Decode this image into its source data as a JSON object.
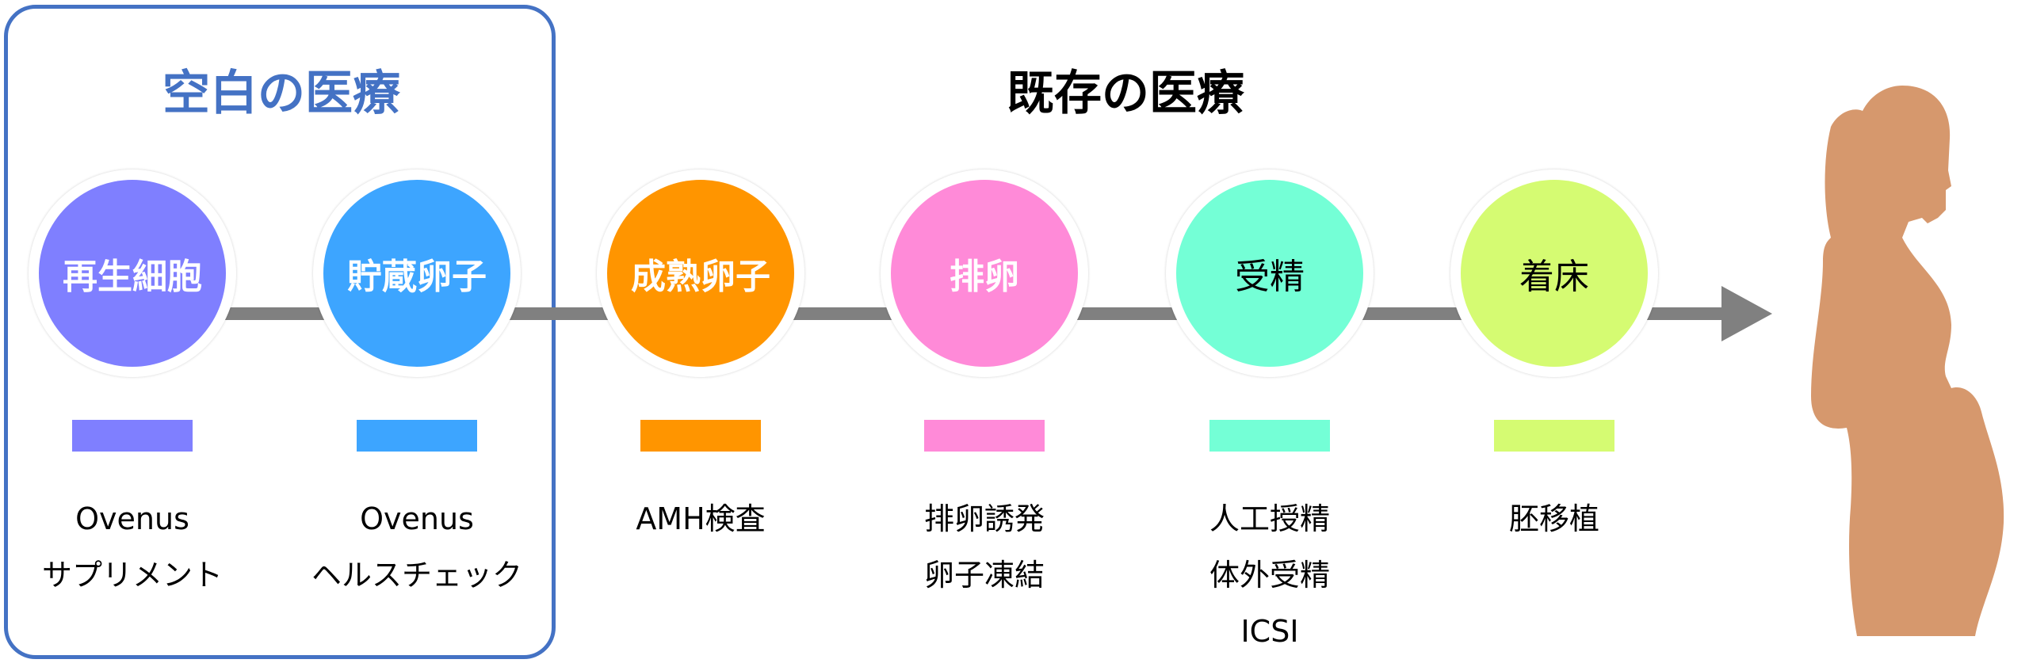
{
  "gap_section": {
    "title": "空白の医療",
    "color": "#4472C4"
  },
  "existing_section": {
    "title": "既存の医療",
    "color": "#000000"
  },
  "steps": [
    {
      "label": "再生細胞",
      "color": "#7F7FFF",
      "text_style": "bold-white",
      "items": [
        "Ovenus",
        "サプリメント"
      ]
    },
    {
      "label": "貯蔵卵子",
      "color": "#3DA5FF",
      "text_style": "bold-white",
      "items": [
        "Ovenus",
        "ヘルスチェック"
      ]
    },
    {
      "label": "成熟卵子",
      "color": "#FF9500",
      "text_style": "bold-white",
      "items": [
        "AMH検査"
      ]
    },
    {
      "label": "排卵",
      "color": "#FF8AD8",
      "text_style": "bold-white",
      "items": [
        "排卵誘発",
        "卵子凍結"
      ]
    },
    {
      "label": "受精",
      "color": "#74FFD6",
      "text_style": "plain-black",
      "items": [
        "人工授精",
        "体外受精",
        "ICSI"
      ]
    },
    {
      "label": "着床",
      "color": "#D5FB72",
      "text_style": "plain-black",
      "items": [
        "胚移植"
      ]
    }
  ],
  "arrow_color": "#808080",
  "silhouette": {
    "icon": "pregnant-woman-silhouette",
    "color": "#D6986D"
  }
}
